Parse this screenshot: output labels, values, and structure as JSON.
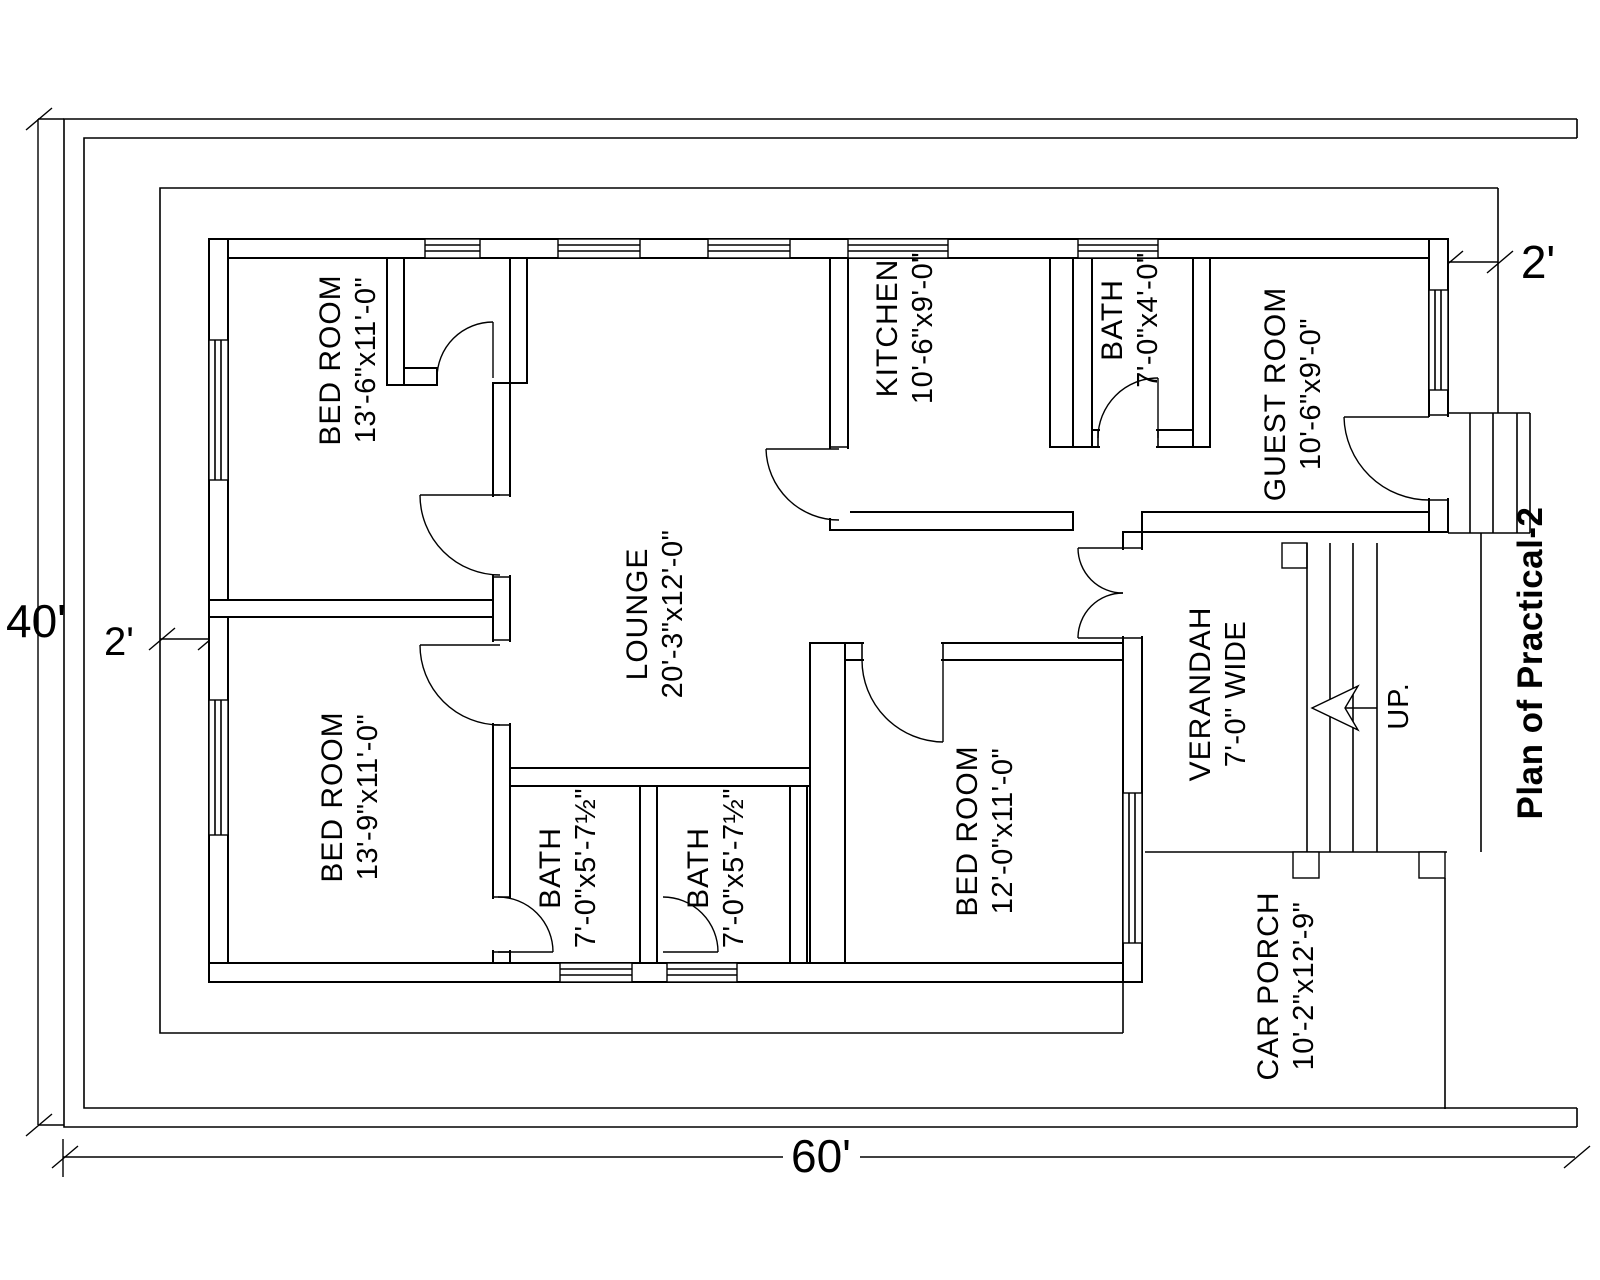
{
  "title": "Plan of Practical-2",
  "plot_dimensions": {
    "width_label": "60'",
    "height_label": "40'",
    "left_setback_label": "2'",
    "right_setback_label": "2'"
  },
  "stairs": {
    "up_label": "UP."
  },
  "rooms": [
    {
      "id": "bedroom-top-left",
      "name": "BED ROOM",
      "dims": "13'-6\"x11'-0\""
    },
    {
      "id": "bedroom-bottom-left",
      "name": "BED ROOM",
      "dims": "13'-9\"x11'-0\""
    },
    {
      "id": "bedroom-bottom-right",
      "name": "BED ROOM",
      "dims": "12'-0\"x11'-0\""
    },
    {
      "id": "lounge",
      "name": "LOUNGE",
      "dims": "20'-3\"x12'-0\""
    },
    {
      "id": "kitchen",
      "name": "KITCHEN",
      "dims": "10'-6\"x9'-0\""
    },
    {
      "id": "bath-top",
      "name": "BATH",
      "dims": "7'-0\"x4'-0\""
    },
    {
      "id": "guest-room",
      "name": "GUEST ROOM",
      "dims": "10'-6\"x9'-0\""
    },
    {
      "id": "bath-bottom-1",
      "name": "BATH",
      "dims": "7'-0\"x5'-7½\""
    },
    {
      "id": "bath-bottom-2",
      "name": "BATH",
      "dims": "7'-0\"x5'-7½\""
    },
    {
      "id": "verandah",
      "name": "VERANDAH",
      "dims": "7'-0\" WIDE"
    },
    {
      "id": "car-porch",
      "name": "CAR PORCH",
      "dims": "10'-2\"x12'-9\""
    }
  ]
}
